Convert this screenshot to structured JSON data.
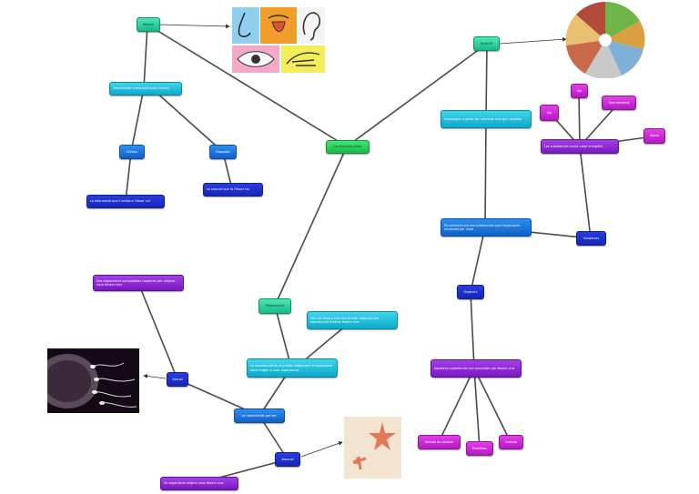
{
  "nodes": {
    "center": "Les funcions vitals",
    "sense": "Relació",
    "sense_desc": "Intercanviar informació amb l'entorn",
    "estimul": "Estímul",
    "resposta": "Resposta",
    "estimul_desc": "La informació que li arriba a l'ésser viu",
    "resposta_desc": "La reacció que fa l'ésser viu",
    "nutricio": "Nutrició",
    "nutricio_desc": "Aconseguir a partir del nutrients energia i matèria",
    "aliments_desc": "Els aliments son les substàncies que l'organisme necessita per viure",
    "subst_desc": "Les substàncies sense valor energètic",
    "sals": "Sals minerals",
    "sol": "Sol",
    "oxi": "Oxi",
    "aigua": "Aigua",
    "inorganics": "Inorgànics",
    "organics": "Orgànics",
    "org_desc": "Aquestes substàncies son produïdes per éssers vius.",
    "hidrats": "Hidrats de carboni",
    "proteines": "Proteïnes",
    "greixos": "Greixos",
    "reproduccio": "Reproducció",
    "repro_tipus": "Tots els éssers vius han d'estar originats per reproducció d'altres éssers vius",
    "repro_desc": "La reproducció és el procés mitjançant un organisme dona origen a nous organismes",
    "repro_pot": "La reproducció pot ser:",
    "sexual": "Sexual",
    "sexual_desc": "Dos organismes compatibles cooperen per originar nous éssers vius",
    "asexual": "Asexual",
    "asexual_desc": "Un organisme origina nous éssers vius"
  },
  "icons": {
    "senses": "five-senses-icons",
    "food": "food-wheel",
    "sperm": "sperm-egg-image",
    "starfish": "starfish-image"
  }
}
